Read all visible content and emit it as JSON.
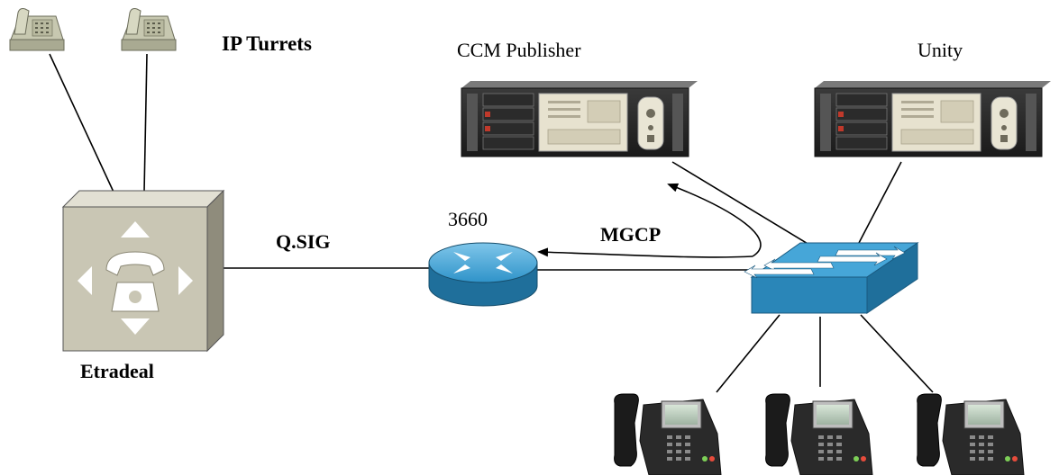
{
  "labels": {
    "ip_turrets": "IP Turrets",
    "ccm_publisher": "CCM Publisher",
    "unity": "Unity",
    "router_model": "3660",
    "mgcp": "MGCP",
    "qsig": "Q.SIG",
    "etradeal": "Etradeal"
  },
  "icons": {
    "turret_phone": "desk-phone-icon",
    "server": "rack-server-icon",
    "router": "router-icon",
    "switch": "switch-icon",
    "pbx": "pbx-phone-box-icon",
    "ip_phone": "ip-phone-icon"
  },
  "colors": {
    "network_blue": "#2f93c9",
    "pbx_beige": "#c9c6b4"
  }
}
